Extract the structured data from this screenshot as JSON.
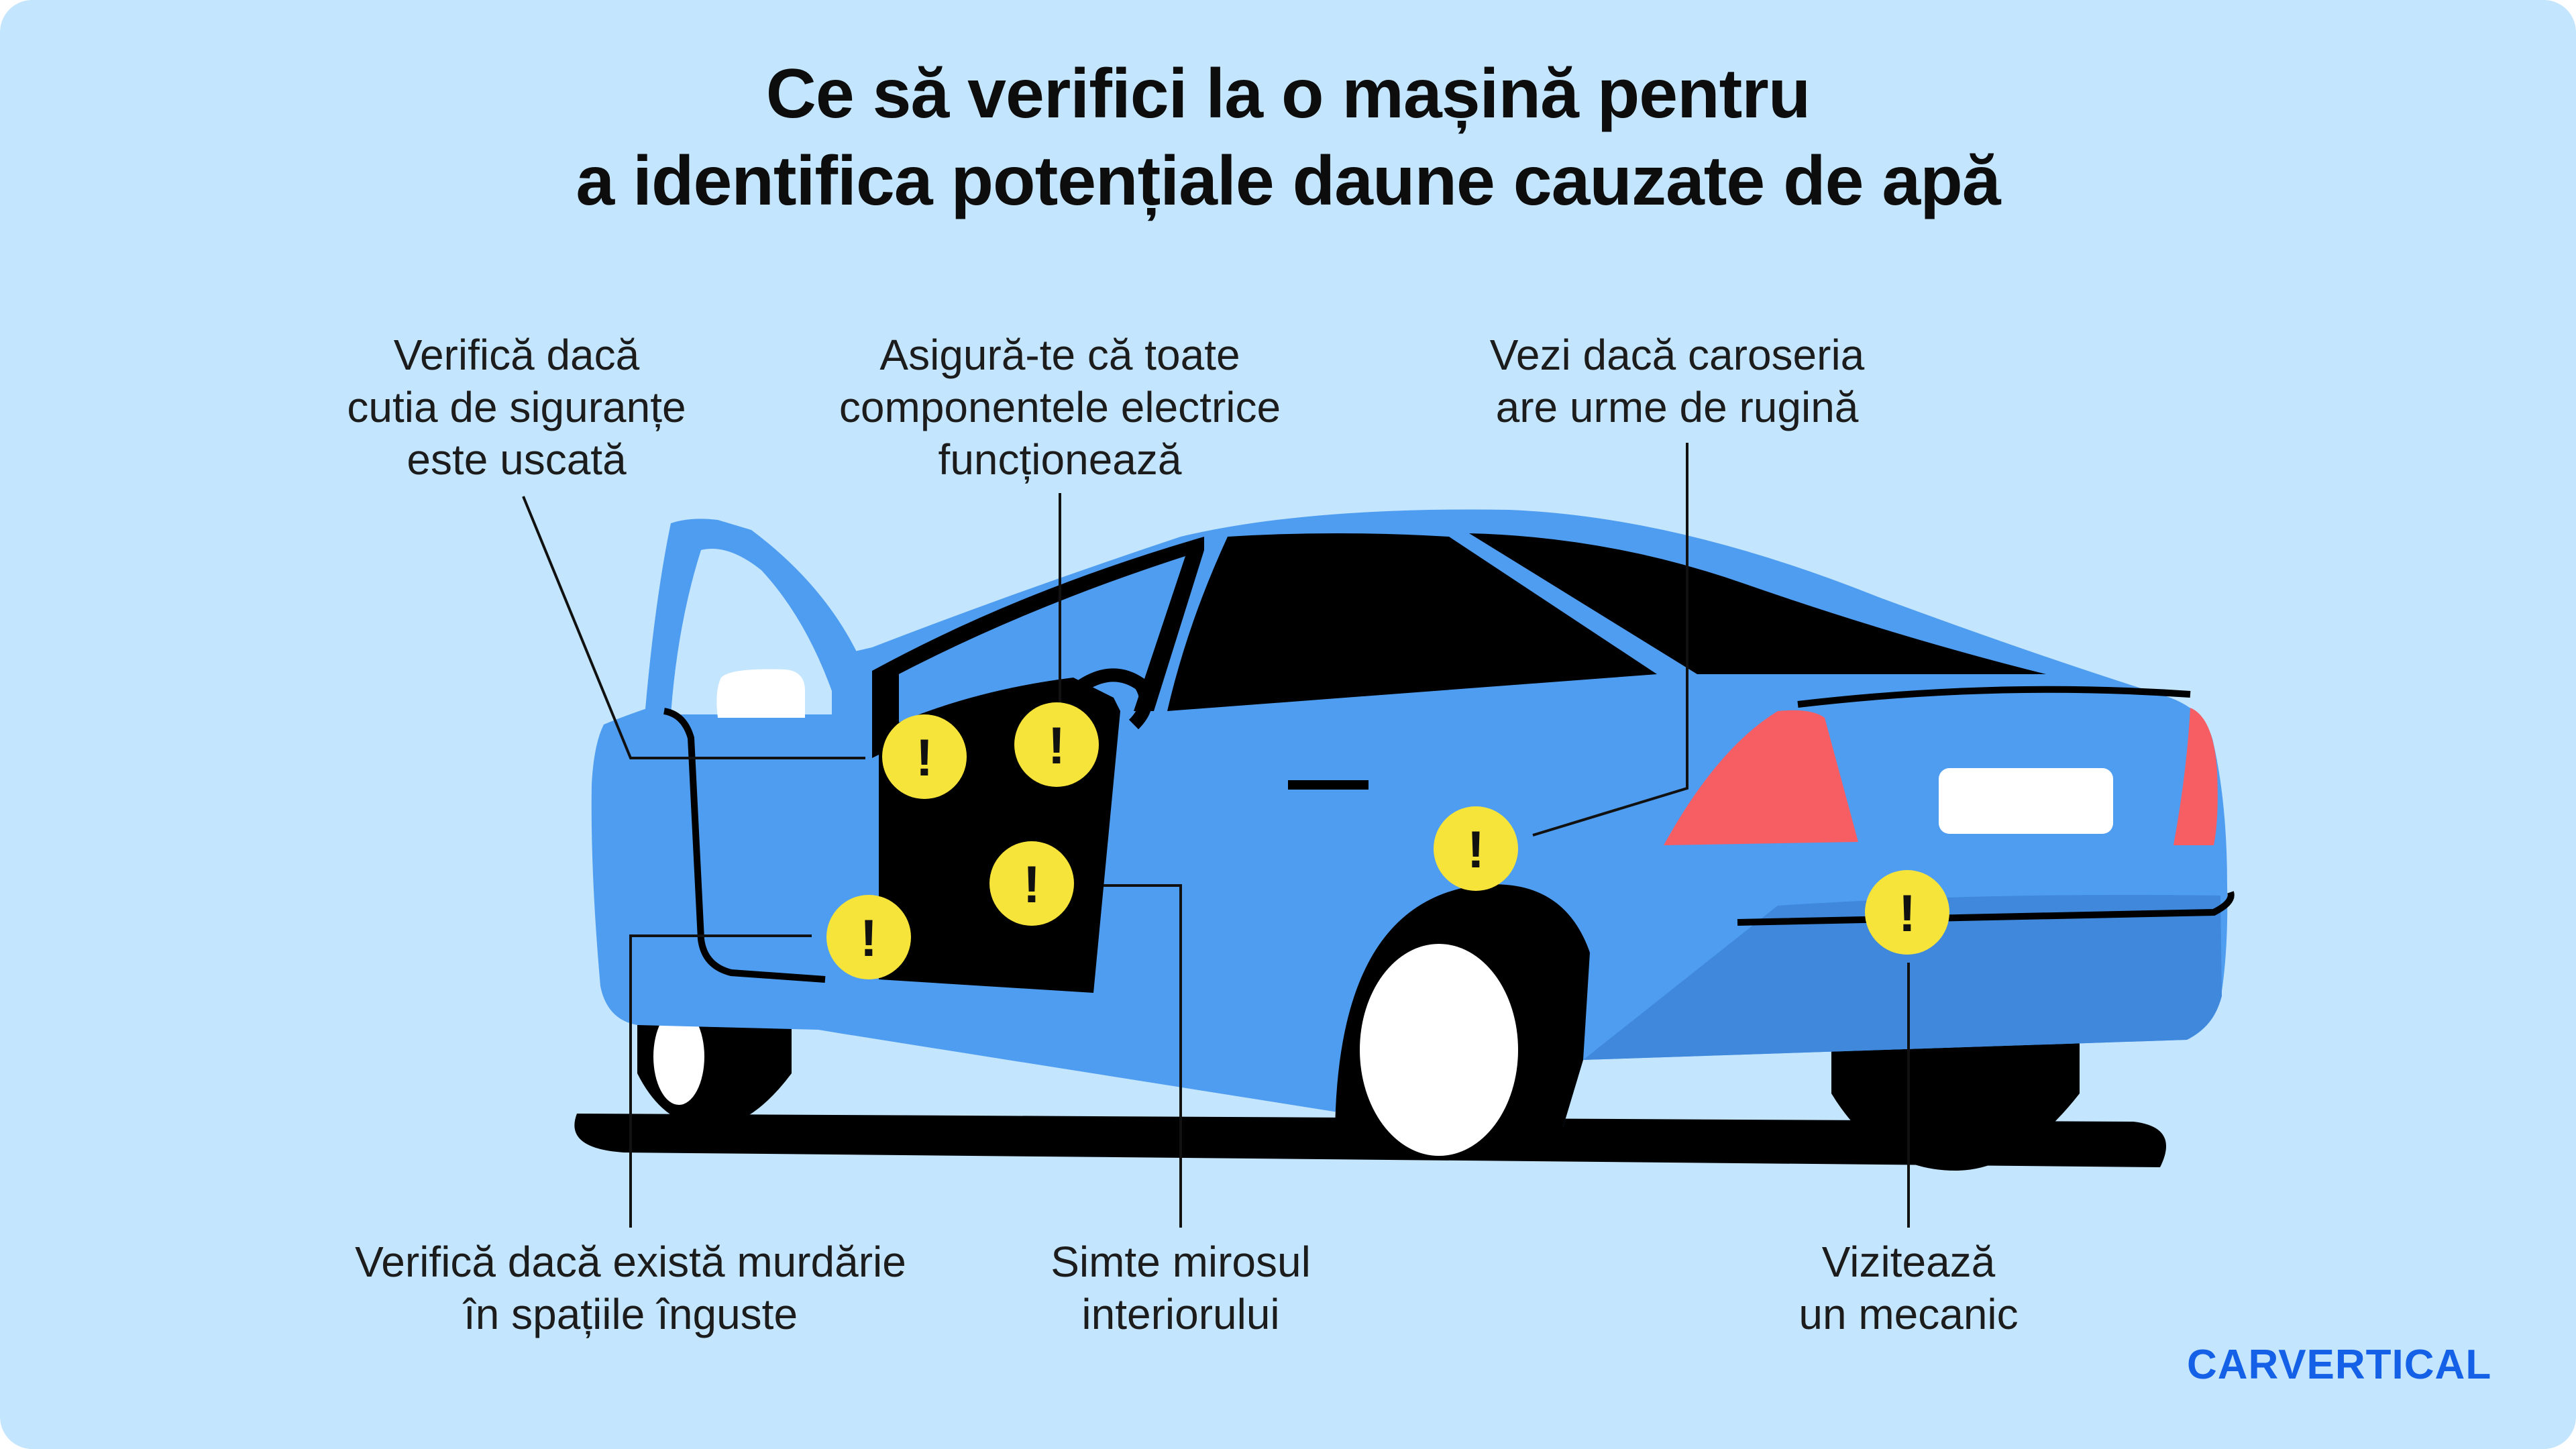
{
  "title": {
    "line1": "Ce să verifici la o mașină pentru",
    "line2": "a identifica potențiale daune cauzate de apă"
  },
  "callouts": {
    "fuse_box": [
      "Verifică dacă",
      "cutia de siguranțe",
      "este uscată"
    ],
    "electrical": [
      "Asigură-te că toate",
      "componentele electrice",
      "funcționează"
    ],
    "rust": [
      "Vezi dacă caroseria",
      "are urme de rugină"
    ],
    "dirt": [
      "Verifică dacă există murdărie",
      "în spațiile înguste"
    ],
    "smell": [
      "Simte mirosul",
      "interiorului"
    ],
    "mechanic": [
      "Vizitează",
      "un mecanic"
    ]
  },
  "markers": {
    "symbol": "!"
  },
  "brand": {
    "logo_text": "CARVERTICAL"
  },
  "colors": {
    "background": "#c3e5fd",
    "car_body": "#4f9df0",
    "car_shade": "#3f88dc",
    "marker": "#f7e43b",
    "tail_light": "#f65e63",
    "brand": "#1461e8"
  }
}
